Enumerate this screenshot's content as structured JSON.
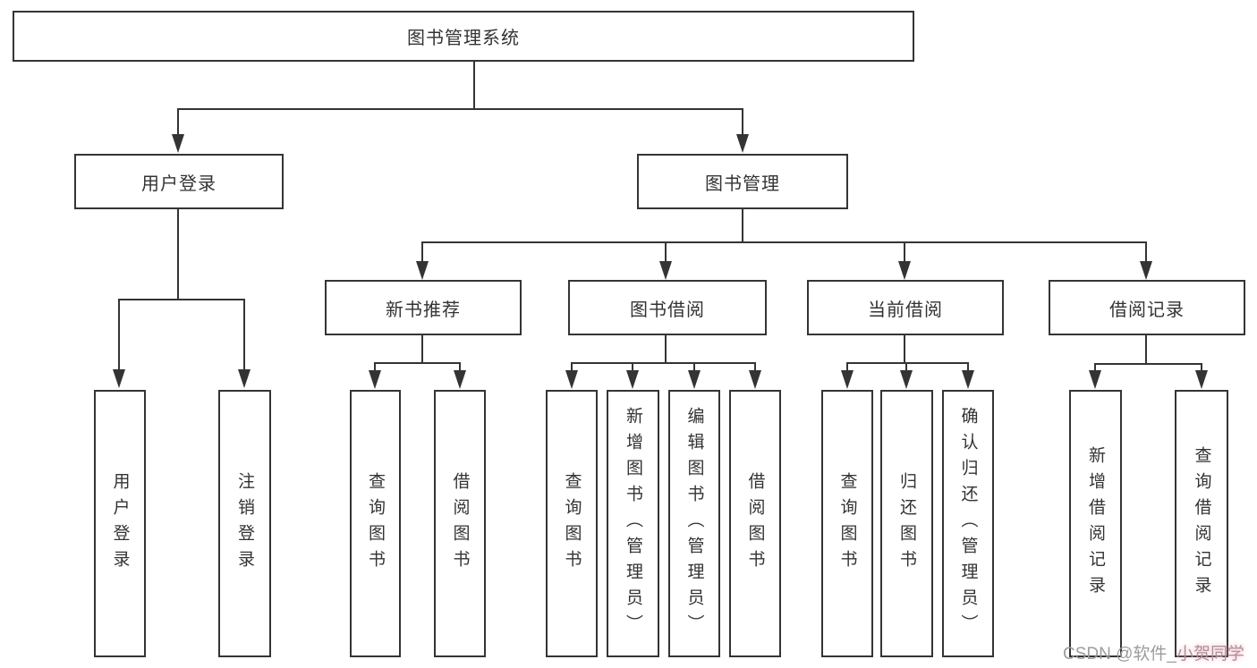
{
  "diagram_type": "functional-structure-tree",
  "tree": {
    "label": "图书管理系统",
    "children": [
      {
        "label": "用户登录",
        "children": [
          {
            "label": "用户登录"
          },
          {
            "label": "注销登录"
          }
        ]
      },
      {
        "label": "图书管理",
        "children": [
          {
            "label": "新书推荐",
            "children": [
              {
                "label": "查询图书"
              },
              {
                "label": "借阅图书"
              }
            ]
          },
          {
            "label": "图书借阅",
            "children": [
              {
                "label": "查询图书"
              },
              {
                "label": "新增图书（管理员）"
              },
              {
                "label": "编辑图书（管理员）"
              },
              {
                "label": "借阅图书"
              }
            ]
          },
          {
            "label": "当前借阅",
            "children": [
              {
                "label": "查询图书"
              },
              {
                "label": "归还图书"
              },
              {
                "label": "确认归还（管理员）"
              }
            ]
          },
          {
            "label": "借阅记录",
            "children": [
              {
                "label": "新增借阅记录"
              },
              {
                "label": "查询借阅记录"
              }
            ]
          }
        ]
      }
    ]
  },
  "watermark": {
    "prefix": "CSDN @软件_",
    "suffix": "小贺同学"
  },
  "colors": {
    "line": "#343434",
    "text": "#333333",
    "background": "#ffffff",
    "watermark_gray": "#9c9c9c",
    "watermark_pink": "#d9a8b6"
  }
}
